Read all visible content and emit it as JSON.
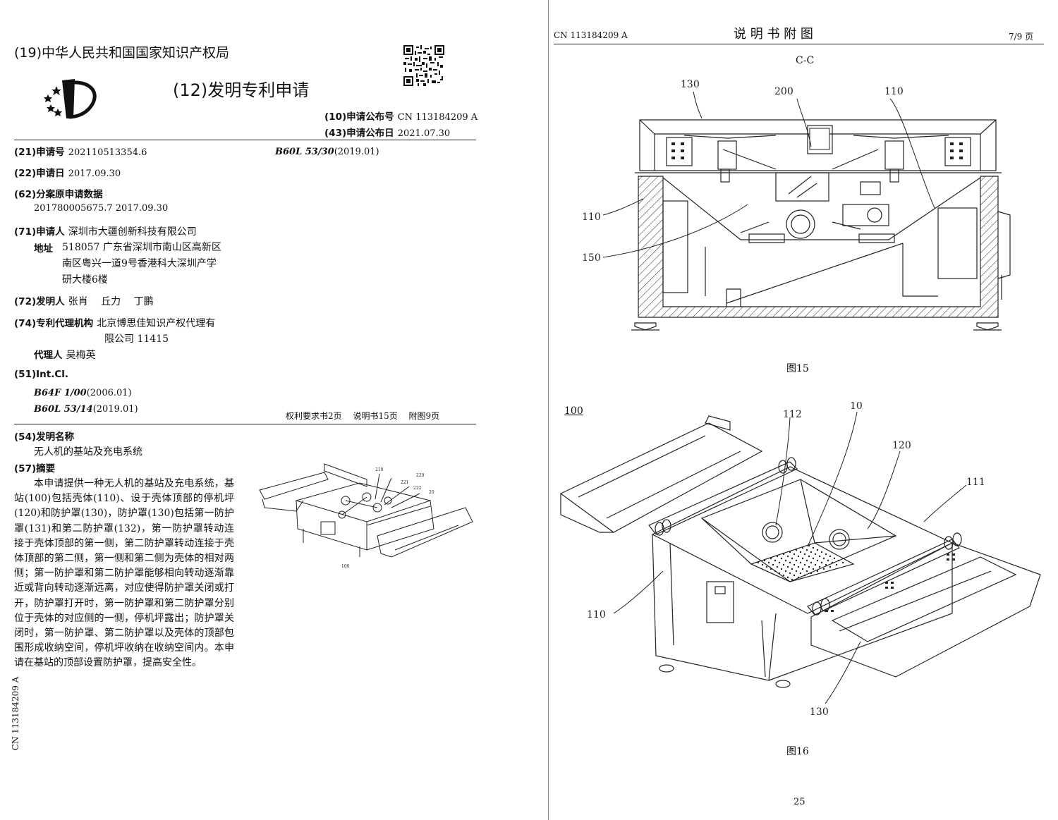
{
  "left_page": {
    "authority": "(19)中华人民共和国国家知识产权局",
    "doc_kind": "(12)发明专利申请",
    "pub_no_label": "(10)申请公布号",
    "pub_no": "CN 113184209 A",
    "pub_date_label": "(43)申请公布日",
    "pub_date": "2021.07.30",
    "app_no_label": "(21)申请号",
    "app_no": "202110513354.6",
    "ipc_right": "B60L 53/30",
    "ipc_right_year": "(2019.01)",
    "filing_date_label": "(22)申请日",
    "filing_date": "2017.09.30",
    "division_label": "(62)分案原申请数据",
    "division_value": "201780005675.7 2017.09.30",
    "applicant_label": "(71)申请人",
    "applicant": "深圳市大疆创新科技有限公司",
    "address_label": "地址",
    "address_lines": [
      "518057 广东省深圳市南山区高新区",
      "南区粤兴一道9号香港科大深圳产学",
      "研大楼6楼"
    ],
    "inventor_label": "(72)发明人",
    "inventors": "张肖　 丘力　 丁鹏",
    "agency_label": "(74)专利代理机构",
    "agency_lines": [
      "北京博思佳知识产权代理有",
      "限公司 11415"
    ],
    "agent_label": "代理人",
    "agent": "吴梅英",
    "intcl_label": "(51)Int.Cl.",
    "intcl": [
      {
        "code": "B64F 1/00",
        "year": "(2006.01)"
      },
      {
        "code": "B60L 53/14",
        "year": "(2019.01)"
      }
    ],
    "page_counts": "权利要求书2页　 说明书15页　 附图9页",
    "title_label": "(54)发明名称",
    "title": "无人机的基站及充电系统",
    "abstract_label": "(57)摘要",
    "abstract": "本申请提供一种无人机的基站及充电系统，基站(100)包括壳体(110)、设于壳体顶部的停机坪(120)和防护罩(130)，防护罩(130)包括第一防护罩(131)和第二防护罩(132)，第一防护罩转动连接于壳体顶部的第一侧，第二防护罩转动连接于壳体顶部的第二侧，第一侧和第二侧为壳体的相对两侧；第一防护罩和第二防护罩能够相向转动逐渐靠近或背向转动逐渐远离，对应使得防护罩关闭或打开，防护罩打开时，第一防护罩和第二防护罩分别位于壳体的对应侧的一侧，停机坪露出；防护罩关闭时，第一防护罩、第二防护罩以及壳体的顶部包围形成收纳空间，停机坪收纳在收纳空间内。本申请在基站的顶部设置防护罩，提高安全性。",
    "side_text": "CN 113184209 A",
    "thumb_labels": [
      "210",
      "220",
      "221",
      "222",
      "20",
      "100"
    ]
  },
  "right_page": {
    "header_left": "CN 113184209 A",
    "header_center": "说 明 书 附 图",
    "header_right": "7/9 页",
    "section_label": "C-C",
    "fig15_labels": [
      "130",
      "200",
      "110",
      "110",
      "150"
    ],
    "fig15_caption": "图15",
    "fig16_ref": "100",
    "fig16_labels": [
      "112",
      "10",
      "120",
      "111",
      "110",
      "130"
    ],
    "fig16_caption": "图16",
    "page_number": "25"
  },
  "colors": {
    "ink": "#111111",
    "divider": "#888888"
  }
}
